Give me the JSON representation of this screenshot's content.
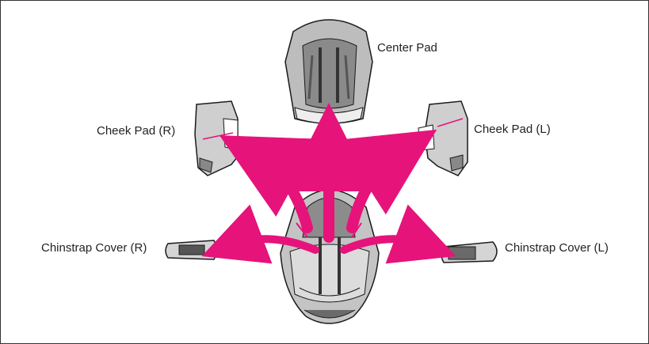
{
  "labels": {
    "center_pad": "Center Pad",
    "cheek_pad_r": "Cheek Pad (R)",
    "cheek_pad_l": "Cheek Pad (L)",
    "chinstrap_cover_r": "Chinstrap Cover (R)",
    "chinstrap_cover_l": "Chinstrap Cover (L)"
  },
  "colors": {
    "arrow": "#e6137b",
    "pad_gray": "#9a9a9a",
    "pad_dark": "#4a4a4a",
    "pad_light": "#d9d9d9",
    "outline": "#1a1a1a"
  }
}
